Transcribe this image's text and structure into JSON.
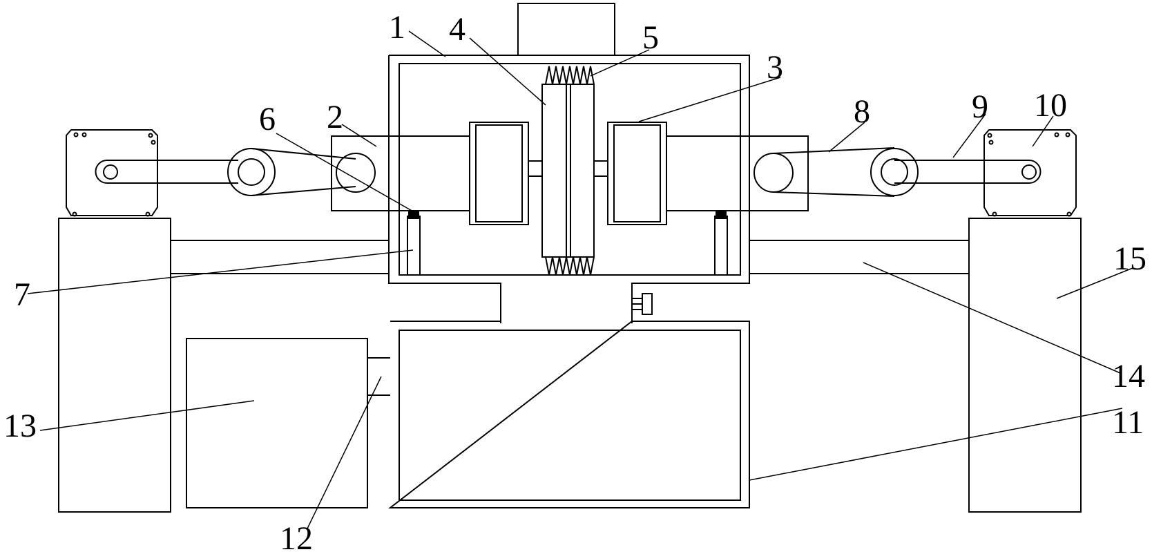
{
  "diagram": {
    "callouts": [
      {
        "id": "callout-1",
        "text": "1"
      },
      {
        "id": "callout-2",
        "text": "2"
      },
      {
        "id": "callout-3",
        "text": "3"
      },
      {
        "id": "callout-4",
        "text": "4"
      },
      {
        "id": "callout-5",
        "text": "5"
      },
      {
        "id": "callout-6",
        "text": "6"
      },
      {
        "id": "callout-7",
        "text": "7"
      },
      {
        "id": "callout-8",
        "text": "8"
      },
      {
        "id": "callout-9",
        "text": "9"
      },
      {
        "id": "callout-10",
        "text": "10"
      },
      {
        "id": "callout-11",
        "text": "11"
      },
      {
        "id": "callout-12",
        "text": "12"
      },
      {
        "id": "callout-13",
        "text": "13"
      },
      {
        "id": "callout-14",
        "text": "14"
      },
      {
        "id": "callout-15",
        "text": "15"
      }
    ],
    "line_color": "#000000",
    "background": "#ffffff"
  }
}
